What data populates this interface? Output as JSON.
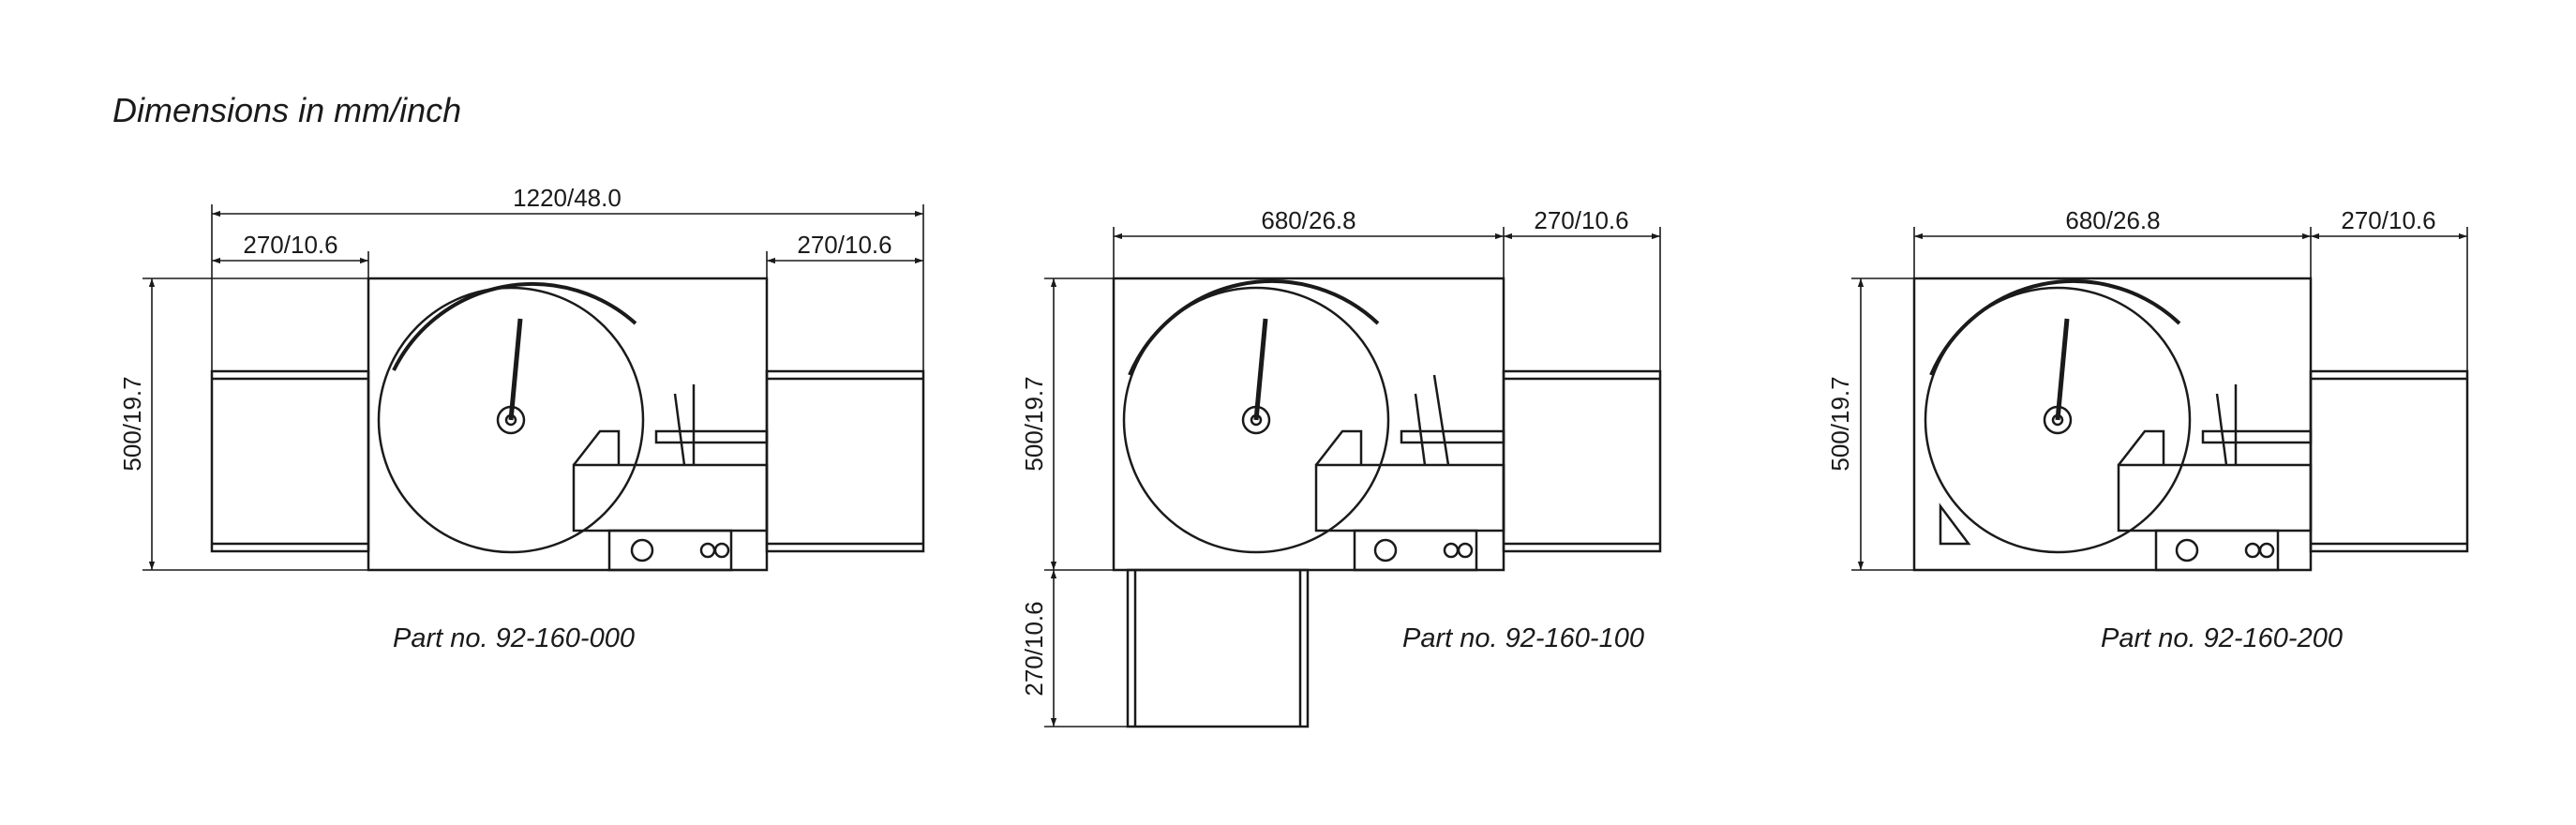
{
  "heading": "Dimensions in mm/inch",
  "units_note": "mm/inch",
  "colors": {
    "line": "#1a1a1a",
    "background": "#ffffff"
  },
  "machines": [
    {
      "part_label": "Part no. 92-160-000",
      "dimensions": {
        "total_width": "1220/48.0",
        "left_table": "270/10.6",
        "right_table": "270/10.6",
        "depth": "500/19.7"
      }
    },
    {
      "part_label": "Part no. 92-160-100",
      "dimensions": {
        "body_width": "680/26.8",
        "right_table": "270/10.6",
        "depth": "500/19.7",
        "front_table": "270/10.6"
      }
    },
    {
      "part_label": "Part no. 92-160-200",
      "dimensions": {
        "body_width": "680/26.8",
        "right_table": "270/10.6",
        "depth": "500/19.7"
      }
    }
  ]
}
